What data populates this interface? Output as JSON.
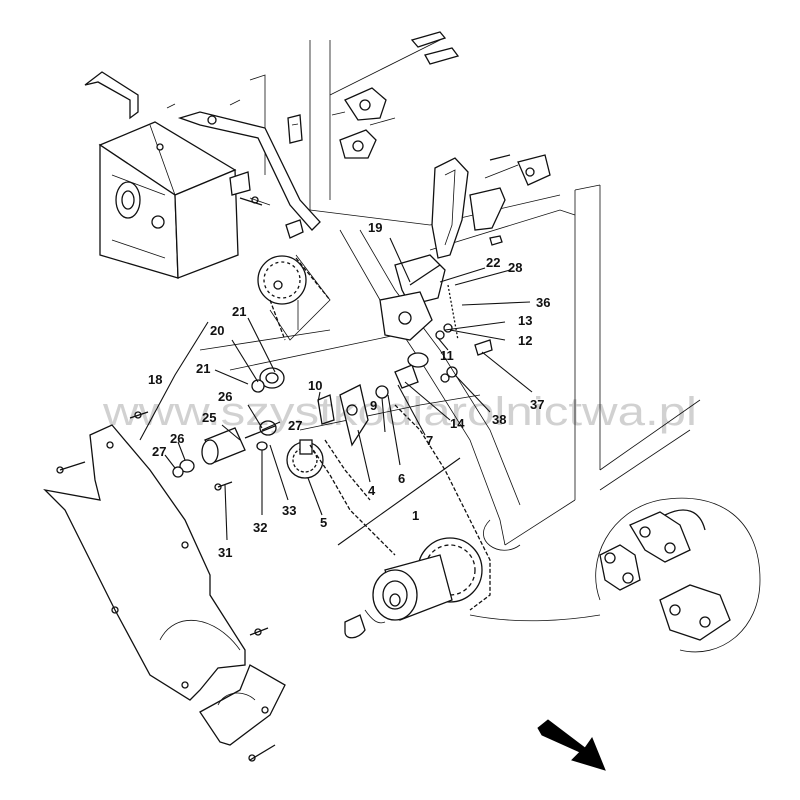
{
  "watermark": "www.szystkodlarolnictwa.pl",
  "callouts": [
    {
      "id": "c19",
      "text": "19"
    },
    {
      "id": "c22",
      "text": "22"
    },
    {
      "id": "c28",
      "text": "28"
    },
    {
      "id": "c36",
      "text": "36"
    },
    {
      "id": "c13",
      "text": "13"
    },
    {
      "id": "c11",
      "text": "11"
    },
    {
      "id": "c12",
      "text": "12"
    },
    {
      "id": "c21a",
      "text": "21"
    },
    {
      "id": "c20",
      "text": "20"
    },
    {
      "id": "c21b",
      "text": "21"
    },
    {
      "id": "c18",
      "text": "18"
    },
    {
      "id": "c10",
      "text": "10"
    },
    {
      "id": "c26a",
      "text": "26"
    },
    {
      "id": "c25",
      "text": "25"
    },
    {
      "id": "c27a",
      "text": "27"
    },
    {
      "id": "c26b",
      "text": "26"
    },
    {
      "id": "c27b",
      "text": "27"
    },
    {
      "id": "c37",
      "text": "37"
    },
    {
      "id": "c38",
      "text": "38"
    },
    {
      "id": "c14",
      "text": "14"
    },
    {
      "id": "c7",
      "text": "7"
    },
    {
      "id": "c9",
      "text": "9"
    },
    {
      "id": "c6",
      "text": "6"
    },
    {
      "id": "c4",
      "text": "4"
    },
    {
      "id": "c5",
      "text": "5"
    },
    {
      "id": "c33",
      "text": "33"
    },
    {
      "id": "c32",
      "text": "32"
    },
    {
      "id": "c31",
      "text": "31"
    },
    {
      "id": "c1",
      "text": "1"
    }
  ]
}
